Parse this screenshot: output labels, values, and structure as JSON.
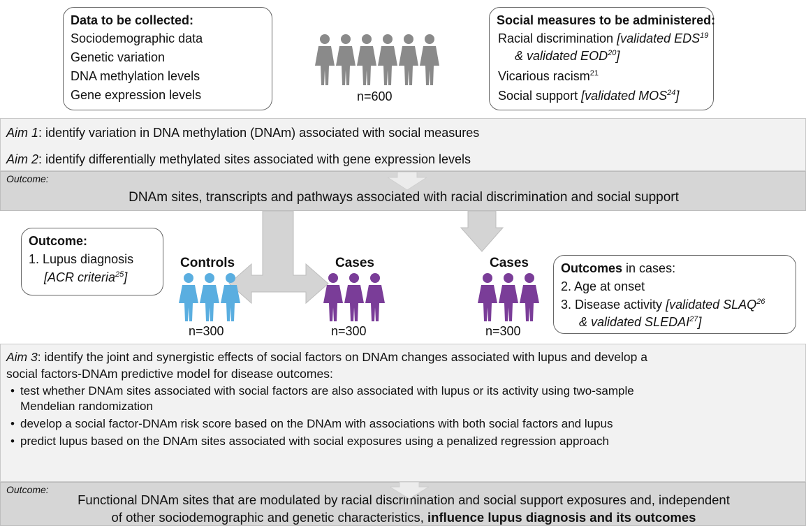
{
  "data_box": {
    "title": "Data to be collected:",
    "items": [
      "Sociodemographic data",
      "Genetic variation",
      "DNA methylation levels",
      "Gene expression levels"
    ]
  },
  "population": {
    "count": "n=600"
  },
  "social_box": {
    "title": "Social measures to be administered:",
    "rd_text": "Racial discrimination ",
    "rd_val1": "[validated EDS",
    "rd_sup1": "19",
    "rd_val2": "& validated EOD",
    "rd_sup2": "20",
    "rd_close": "]",
    "vr_text": "Vicarious racism",
    "vr_sup": "21",
    "ss_text": "Social support ",
    "ss_val": "[validated MOS",
    "ss_sup": "24",
    "ss_close": "]"
  },
  "aims": {
    "aim1_label": "Aim 1",
    "aim1_text": ": identify variation in DNA methylation (DNAm) associated with social measures",
    "aim2_label": "Aim 2",
    "aim2_text": ": identify differentially methylated sites associated with gene expression levels",
    "outcome_label": "Outcome:",
    "outcome1_text": "DNAm sites, transcripts and pathways associated with racial discrimination and social support"
  },
  "lupus_outcome": {
    "title": "Outcome:",
    "item": "1. Lupus diagnosis",
    "crit": "[ACR criteria",
    "crit_sup": "25",
    "crit_close": "]"
  },
  "groups": {
    "controls_label": "Controls",
    "controls_count": "n=300",
    "cases_label": "Cases",
    "cases_count": "n=300",
    "cases2_label": "Cases",
    "cases2_count": "n=300"
  },
  "cases_outcomes": {
    "title_bold": "Outcomes",
    "title_rest": " in cases:",
    "item2": "2. Age at onset",
    "item3": "3. Disease activity ",
    "item3_val": "[validated SLAQ",
    "item3_sup": "26",
    "item3_val2": "& validated SLEDAI",
    "item3_sup2": "27",
    "item3_close": "]"
  },
  "aim3": {
    "label": "Aim 3",
    "text_line1": ": identify the joint and synergistic effects of social factors on DNAm changes associated with lupus and develop a",
    "text_line2": "social factors-DNAm predictive model for disease outcomes:",
    "bullet1_line1": "test whether DNAm sites associated with social factors are also associated with lupus or its activity using two-sample",
    "bullet1_line2": "Mendelian randomization",
    "bullet2": "develop a social factor-DNAm risk score based on the DNAm with associations with both social factors and lupus",
    "bullet3": "predict lupus based on the DNAm sites associated with social exposures using a penalized regression approach",
    "outcome_label": "Outcome:",
    "final_line1": "Functional DNAm sites that are modulated by racial discrimination and social support exposures and, independent",
    "final_line2a": "of other sociodemographic and genetic characteristics, ",
    "final_line2b": "influence lupus diagnosis and its outcomes"
  },
  "colors": {
    "gray_people": "#8a8a8a",
    "controls": "#5aaee0",
    "cases": "#7a3d98",
    "arrow": "#d4d4d4"
  },
  "icons": {
    "person": "female-person-icon"
  }
}
